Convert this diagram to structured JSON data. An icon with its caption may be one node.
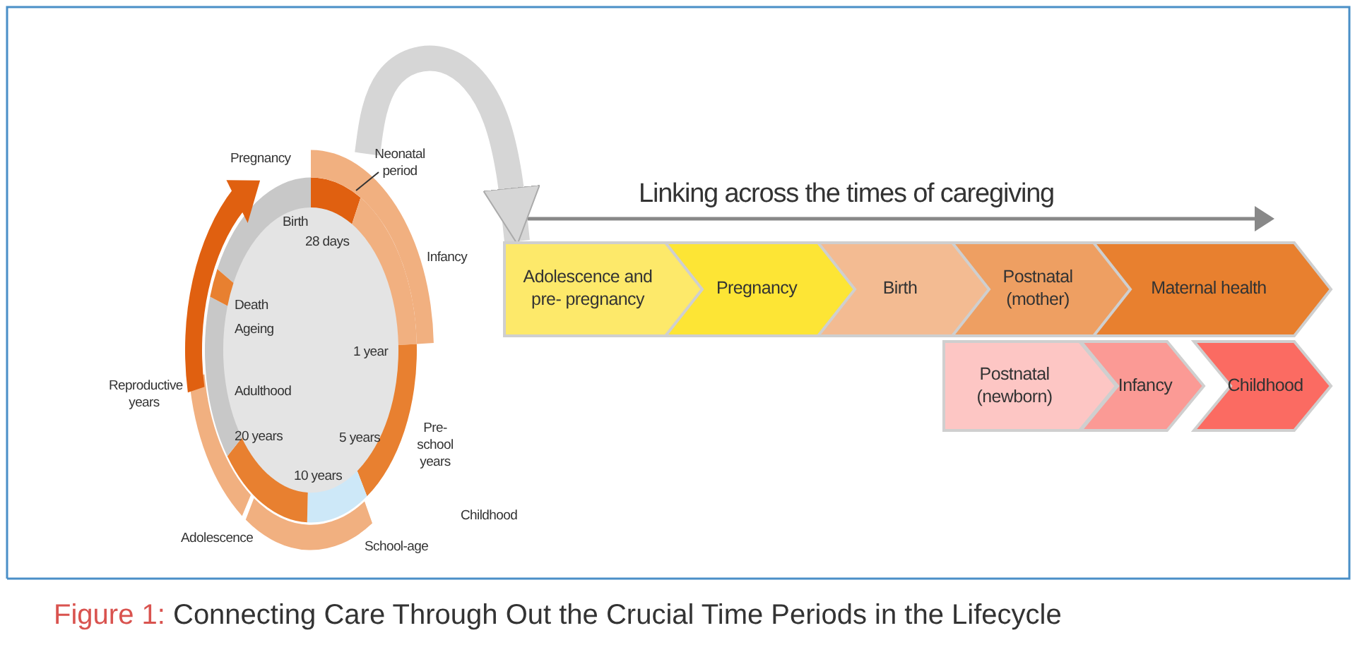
{
  "diagram": {
    "caption": "Figure 1: Connecting Care Through Out the Crucial Time Periods in the Lifecycle",
    "nodes": [
      {
        "text": [],
        "shape": "circle"
      },
      {
        "text": [
          "Neonatal period"
        ]
      },
      {
        "text": [
          "Adolescence and pre- pregnancy"
        ]
      },
      {
        "text": [
          "Pregnancy"
        ]
      },
      {
        "text": [
          "Birth"
        ]
      },
      {
        "text": [
          "Postnatal (mother)"
        ]
      },
      {
        "text": [
          "Maternal health"
        ]
      },
      {
        "text": [
          "Postnatal (newborn)"
        ]
      },
      {
        "text": [
          "Infancy"
        ]
      },
      {
        "text": [
          "Childhood"
        ]
      }
    ],
    "edges": [
      {
        "from": 0,
        "to": 2,
        "arrow": "to",
        "style": "thick",
        "color": "#d6d6d6"
      },
      {
        "from": 1,
        "to": 0,
        "arrow": "none",
        "color": "#333333"
      }
    ],
    "labels": [
      "Pregnancy",
      "Birth",
      "28 days",
      "Infancy",
      "Death",
      "Ageing",
      "1 year",
      "Reproductive years",
      "Adulthood",
      "20 years",
      "5 years",
      "Pre- school years",
      "10 years",
      "Childhood",
      "Adolescence",
      "School-age",
      "Linking across the times of caregiving"
    ]
  }
}
